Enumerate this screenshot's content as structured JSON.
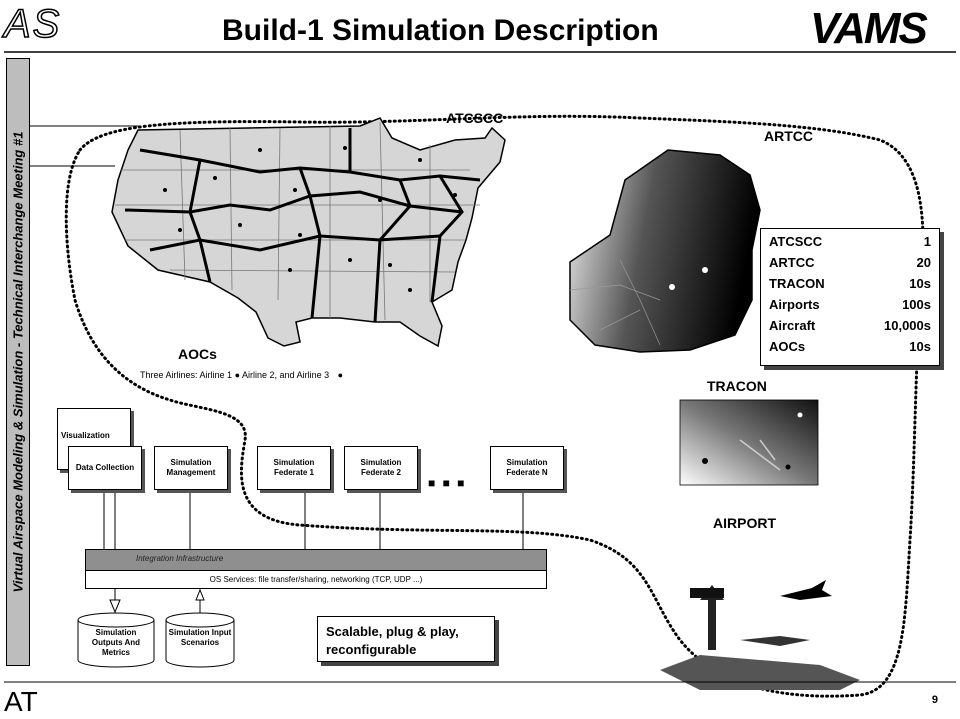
{
  "header": {
    "left_logo": "AS",
    "title": "Build-1 Simulation Description",
    "right_logo": "VAMS"
  },
  "banner": "Virtual Airspace Modeling & Simulation - Technical Interchange Meeting #1",
  "map_labels": {
    "atcscc": "ATCSCC",
    "artcc": "ARTCC",
    "aocs": "AOCs",
    "aocs_note": "Three Airlines: Airline 1",
    "aocs_note_2": "Airline 2",
    "aocs_note_3": "and Airline 3",
    "tracon": "TRACON",
    "airport": "AIRPORT"
  },
  "stats": [
    {
      "name": "ATCSCC",
      "value": "1"
    },
    {
      "name": "ARTCC",
      "value": "20"
    },
    {
      "name": "TRACON",
      "value": "10s"
    },
    {
      "name": "Airports",
      "value": "100s"
    },
    {
      "name": "Aircraft",
      "value": "10,000s"
    },
    {
      "name": "AOCs",
      "value": "10s"
    }
  ],
  "architecture": {
    "visualization": "Visualization",
    "data_collection": "Data Collection",
    "sim_management": "Simulation Management",
    "federate_1": "Simulation Federate 1",
    "federate_2": "Simulation Federate 2",
    "federate_n": "Simulation Federate N",
    "ellipsis": "■ ■ ■",
    "bus_label": "Integration Infrastructure",
    "os_services": "OS Services: file transfer/sharing, networking (TCP, UDP ...)",
    "outputs": "Simulation Outputs And Metrics",
    "inputs": "Simulation Input Scenarios"
  },
  "callout": "Scalable, plug & play, reconfigurable",
  "footer": {
    "logo": "AT",
    "page_number": "9"
  }
}
